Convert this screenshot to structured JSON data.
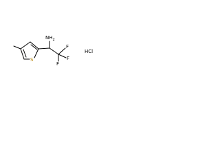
{
  "molecule": {
    "atoms": {
      "amine": {
        "symbol": "NH",
        "subscript": "2"
      },
      "sulfur": {
        "symbol": "S"
      },
      "fluorine_1": {
        "symbol": "F"
      },
      "fluorine_2": {
        "symbol": "F"
      },
      "fluorine_3": {
        "symbol": "F"
      }
    },
    "salt": "HCl"
  },
  "colors": {
    "bond": "#000000",
    "sulfur": "#b8860b",
    "text": "#000000"
  }
}
